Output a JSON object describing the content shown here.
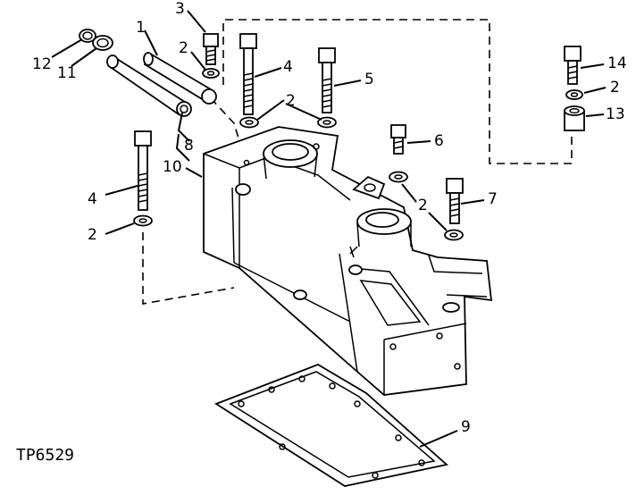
{
  "diagram": {
    "figure_id": "TP6529",
    "callouts": {
      "c1": "1",
      "c2a": "2",
      "c2b": "2",
      "c2c": "2",
      "c2d": "2",
      "c2e": "2",
      "c3": "3",
      "c4a": "4",
      "c4b": "4",
      "c5": "5",
      "c6": "6",
      "c7": "7",
      "c8": "8",
      "c9": "9",
      "c10": "10",
      "c11": "11",
      "c12": "12",
      "c13": "13",
      "c14": "14"
    }
  }
}
